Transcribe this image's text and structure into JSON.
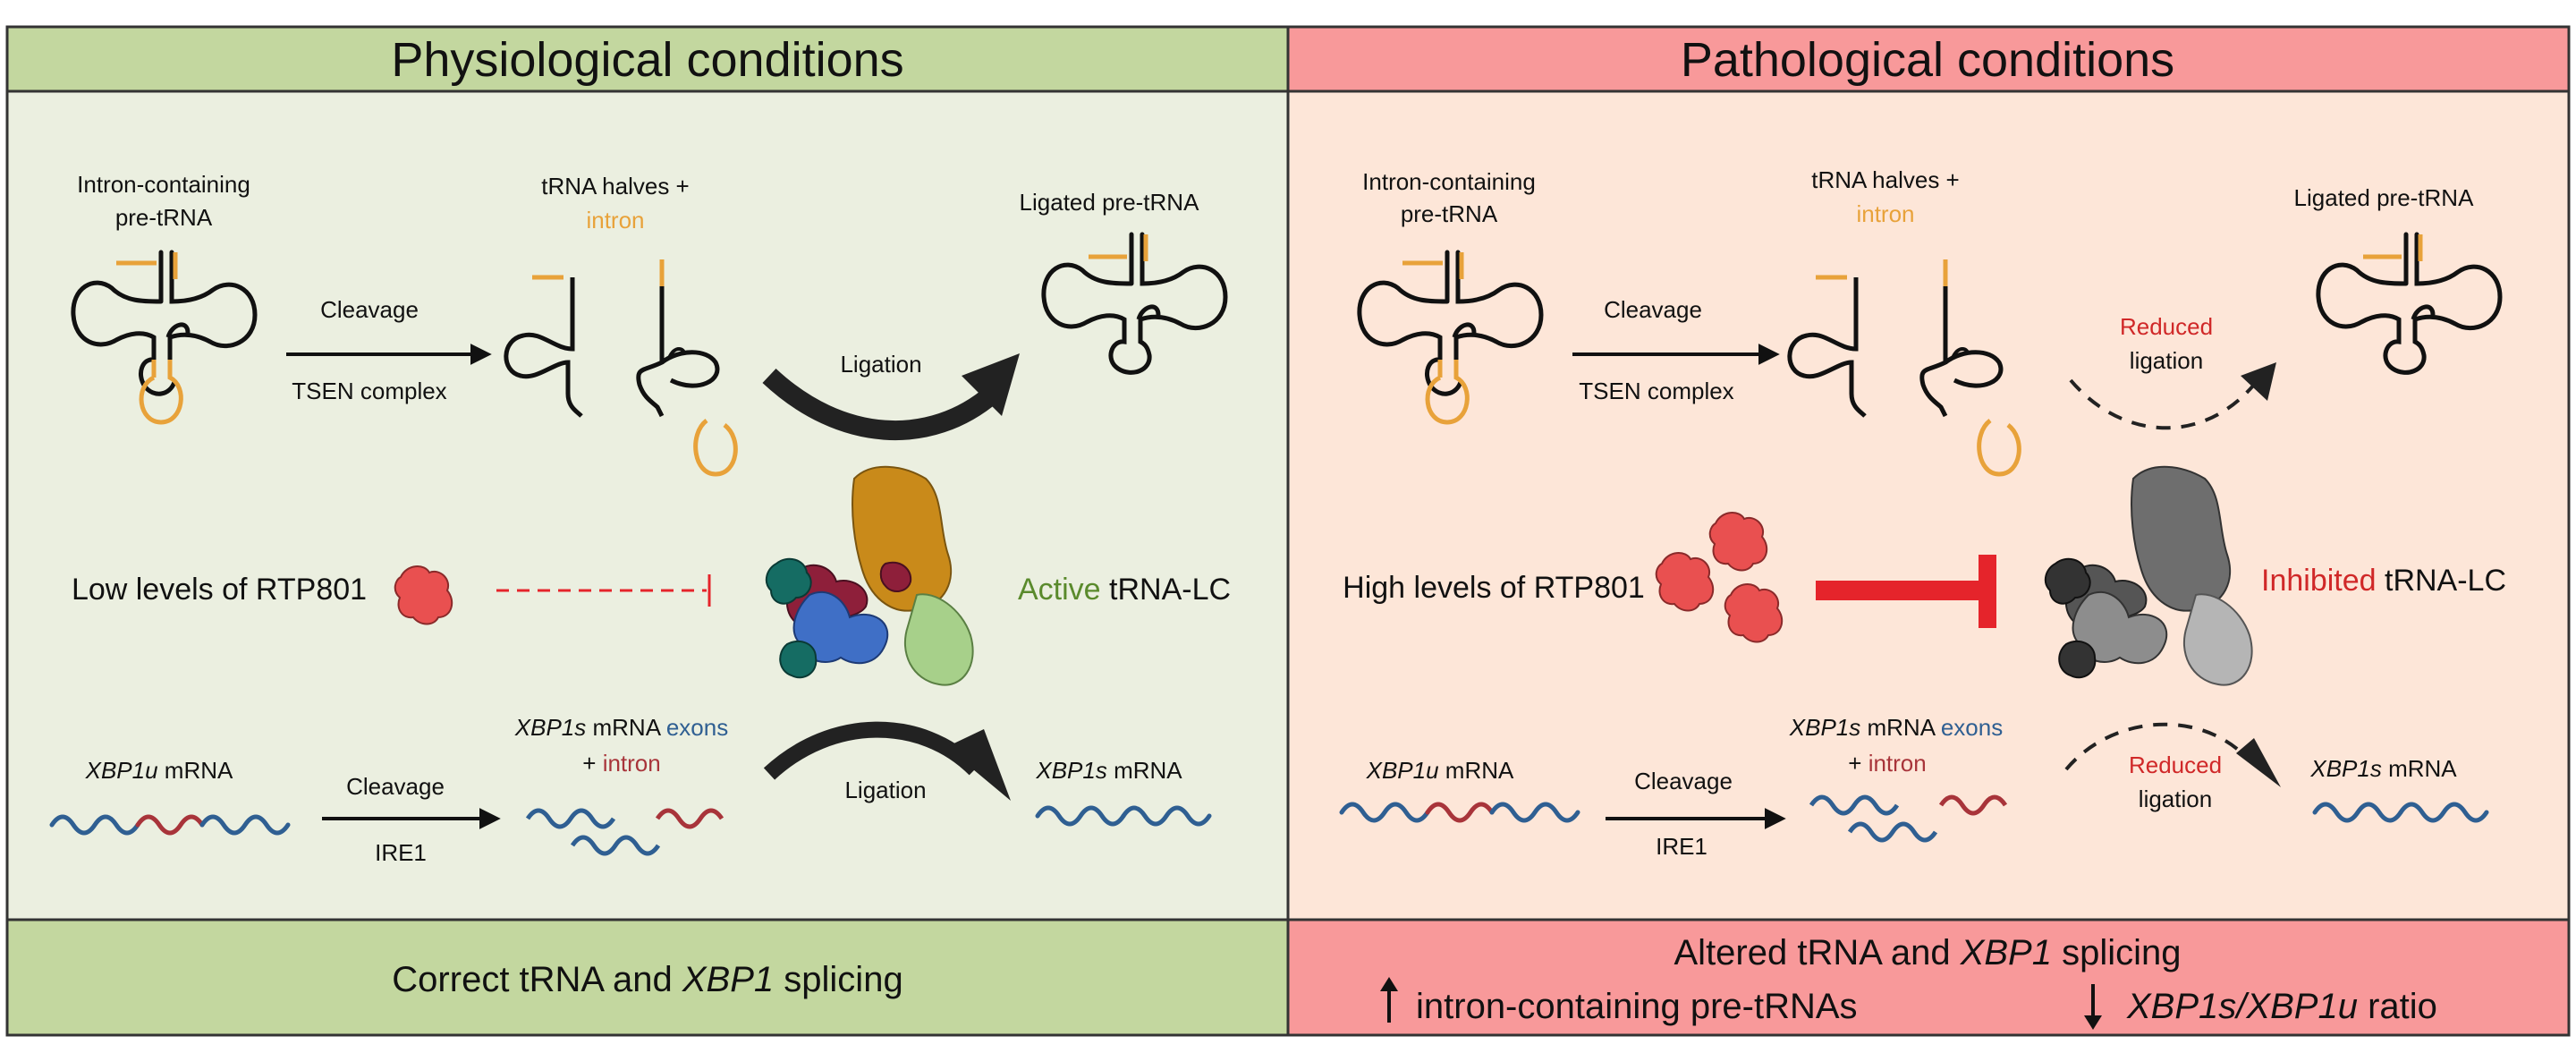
{
  "colors": {
    "left_header": "#c3d79f",
    "left_body": "#ebefe0",
    "right_header": "#f8999a",
    "right_body": "#fde6d8",
    "intron_orange": "#e8a23a",
    "exon_blue": "#2f5f92",
    "intron_red": "#a8343a",
    "active_green": "#5a8a2c",
    "inhibit_red": "#e5242b",
    "protein_red": "#e95050"
  },
  "left": {
    "title": "Physiological conditions",
    "intron_containing_line1": "Intron-containing",
    "intron_containing_line2": "pre-tRNA",
    "halves_line1": "tRNA halves +",
    "halves_intron": "intron",
    "ligated": "Ligated pre-tRNA",
    "cleavage": "Cleavage",
    "tsen": "TSEN complex",
    "ligation": "Ligation",
    "rtp_level": "Low levels of RTP801",
    "lc_state": "Active",
    "lc_name": " tRNA-LC",
    "xbp1u_gene": "XBP1u",
    "xbp1u_suffix": " mRNA",
    "xbp1s_gene": "XBP1s",
    "xbp1s_mid": " mRNA ",
    "exons": "exons",
    "plus": "+ ",
    "intron": "intron",
    "cleavage2": "Cleavage",
    "ire1": "IRE1",
    "ligation2": "Ligation",
    "xbp1s_result_gene": "XBP1s",
    "xbp1s_result_suffix": " mRNA",
    "footer_pre": "Correct tRNA and ",
    "footer_gene": "XBP1",
    "footer_post": " splicing"
  },
  "right": {
    "title": "Pathological conditions",
    "intron_containing_line1": "Intron-containing",
    "intron_containing_line2": "pre-tRNA",
    "halves_line1": "tRNA halves +",
    "halves_intron": "intron",
    "ligated": "Ligated pre-tRNA",
    "cleavage": "Cleavage",
    "tsen": "TSEN complex",
    "reduced": "Reduced",
    "ligation": "ligation",
    "rtp_level": "High levels of RTP801",
    "lc_state": "Inhibited",
    "lc_name": " tRNA-LC",
    "xbp1u_gene": "XBP1u",
    "xbp1u_suffix": " mRNA",
    "xbp1s_gene": "XBP1s",
    "xbp1s_mid": " mRNA ",
    "exons": "exons",
    "plus": "+ ",
    "intron": "intron",
    "cleavage2": "Cleavage",
    "ire1": "IRE1",
    "reduced2": "Reduced",
    "ligation2": "ligation",
    "xbp1s_result_gene": "XBP1s",
    "xbp1s_result_suffix": " mRNA",
    "footer_line1_pre": "Altered tRNA and ",
    "footer_line1_gene": "XBP1",
    "footer_line1_post": " splicing",
    "footer_item1": "intron-containing pre-tRNAs",
    "footer_item2_a": "XBP1s",
    "footer_item2_slash": "/",
    "footer_item2_b": "XBP1u",
    "footer_item2_post": " ratio"
  }
}
